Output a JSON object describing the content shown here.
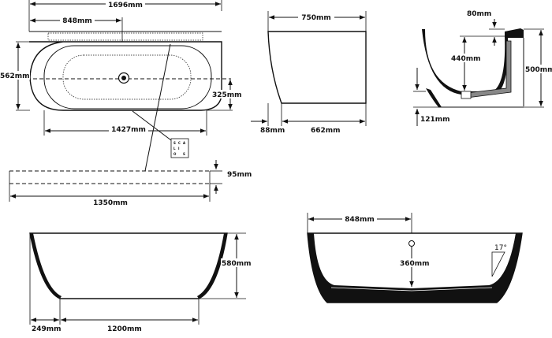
{
  "dimensions": {
    "top_width": "1696mm",
    "top_inner_width": "848mm",
    "top_depth": "562mm",
    "top_drain_offset": "325mm",
    "top_inner_length": "1427mm",
    "side_width": "750mm",
    "side_offset": "88mm",
    "side_base": "662mm",
    "sec_rim": "80mm",
    "sec_water_depth": "440mm",
    "sec_height": "500mm",
    "sec_feet": "121mm",
    "plinth_height": "95mm",
    "plinth_length": "1350mm",
    "front_height": "580mm",
    "front_offset": "249mm",
    "front_base": "1200mm",
    "end_half_width": "848mm",
    "end_drain_height": "360mm",
    "end_angle": "17°"
  },
  "valve_letters": [
    "S",
    "C",
    "A",
    "L",
    "I",
    "O",
    "S"
  ]
}
